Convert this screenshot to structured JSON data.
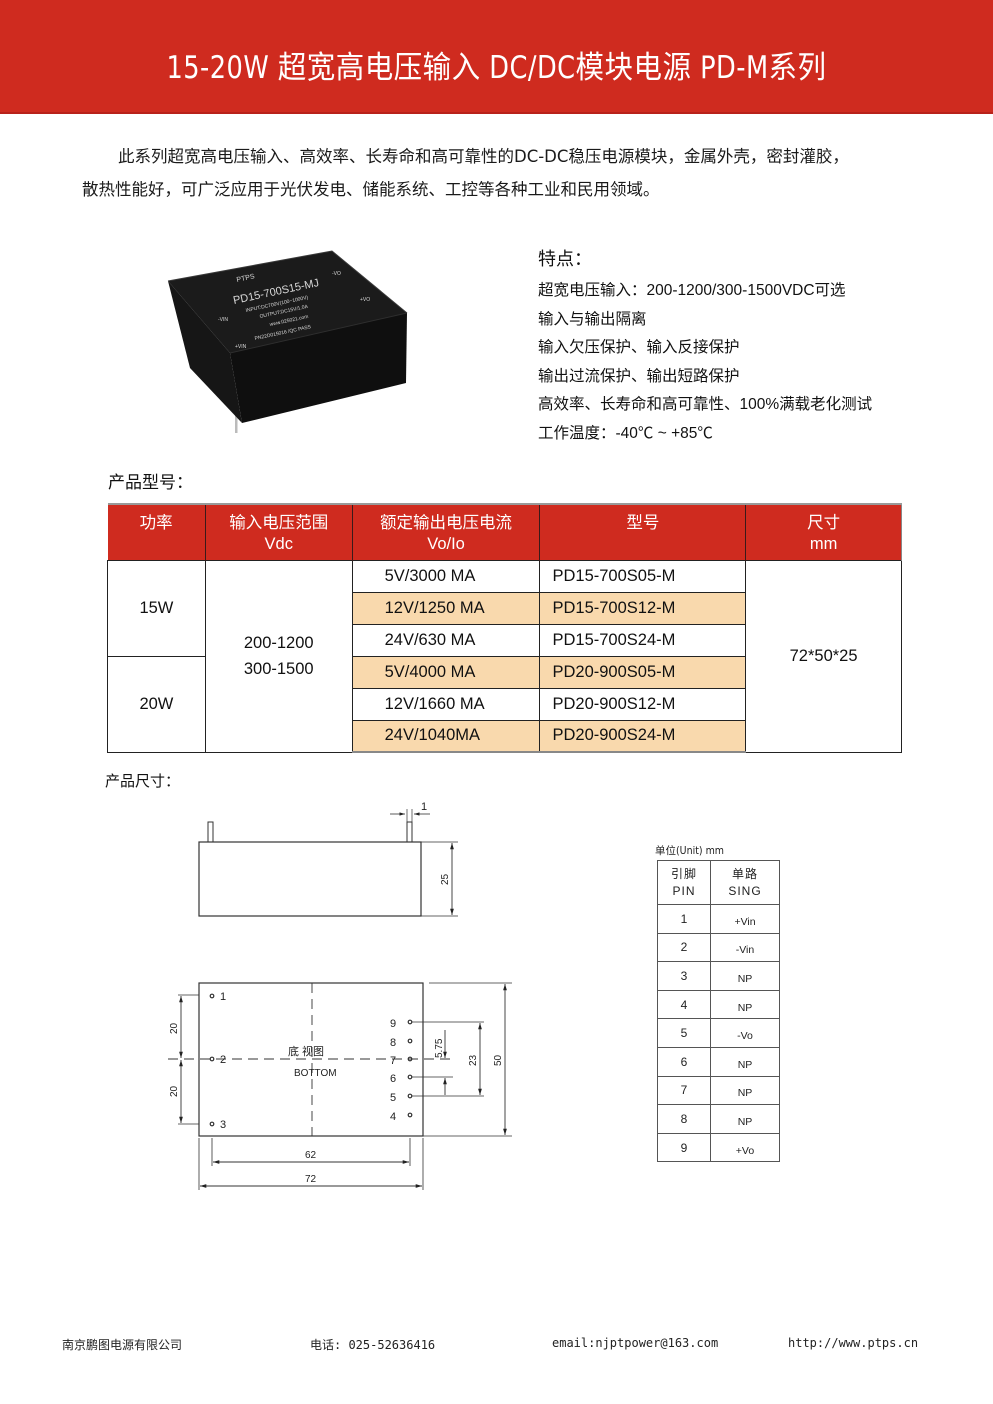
{
  "header": {
    "title": "15-20W 超宽高电压输入 DC/DC模块电源  PD-M系列",
    "background_color": "#cf2b1f"
  },
  "intro": {
    "line1": "此系列超宽高电压输入、高效率、长寿命和高可靠性的DC-DC稳压电源模块，金属外壳，密封灌胶，",
    "line2": "散热性能好，可广泛应用于光伏发电、储能系统、工控等各种工业和民用领域。"
  },
  "product_photo": {
    "label_brand": "PTPS",
    "label_model": "PD15-700S15-MJ",
    "label_input": "INPUT:DC700V(100~1000V)",
    "label_output": "OUTPUT:DC15V/1.0A",
    "label_web": "www.025021.com",
    "label_serial": "PN22D015016 /QC PASS",
    "pin_neg_vo": "-VO",
    "pin_pos_vo": "+VO",
    "pin_neg_vin": "-VIN",
    "pin_pos_vin": "+VIN"
  },
  "features": {
    "title": "特点：",
    "items": [
      "超宽电压输入：200-1200/300-1500VDC可选",
      "输入与输出隔离",
      "输入欠压保护、输入反接保护",
      "输出过流保护、输出短路保护",
      "高效率、长寿命和高可靠性、100%满载老化测试",
      "工作温度：-40℃ ~ +85℃"
    ]
  },
  "models_section": {
    "label": "产品型号：",
    "columns": [
      {
        "line1": "功率",
        "line2": ""
      },
      {
        "line1": "输入电压范围",
        "line2": "Vdc"
      },
      {
        "line1": "额定输出电压电流",
        "line2": "Vo/Io"
      },
      {
        "line1": "型号",
        "line2": ""
      },
      {
        "line1": "尺寸",
        "line2": "mm"
      }
    ],
    "power_groups": [
      "15W",
      "20W"
    ],
    "input_range_line1": "200-1200",
    "input_range_line2": "300-1500",
    "size": "72*50*25",
    "rows": [
      {
        "output": "5V/3000 MA",
        "model": "PD15-700S05-M",
        "highlight": false
      },
      {
        "output": "12V/1250 MA",
        "model": "PD15-700S12-M",
        "highlight": true
      },
      {
        "output": "24V/630 MA",
        "model": "PD15-700S24-M",
        "highlight": false
      },
      {
        "output": "5V/4000 MA",
        "model": "PD20-900S05-M",
        "highlight": true
      },
      {
        "output": "12V/1660 MA",
        "model": "PD20-900S12-M",
        "highlight": false
      },
      {
        "output": "24V/1040MA",
        "model": "PD20-900S24-M",
        "highlight": true
      }
    ],
    "highlight_color": "#f9d9ad"
  },
  "dimensions_section": {
    "label": "产品尺寸：",
    "side_view": {
      "pin_width": "1",
      "height": "25"
    },
    "bottom_view": {
      "title_cn": "底 视图",
      "title_en": "BOTTOM",
      "pins_left": [
        "1",
        "2",
        "3"
      ],
      "pins_right": [
        "9",
        "8",
        "7",
        "6",
        "5",
        "4"
      ],
      "dim_left_top": "20",
      "dim_left_bottom": "20",
      "dim_pitch": "5.75",
      "dim_span": "23",
      "dim_height": "50",
      "dim_pin_span": "62",
      "dim_width": "72"
    }
  },
  "pin_table": {
    "unit_label": "单位(Unit) mm",
    "header_pin_cn": "引脚",
    "header_pin_en": "PIN",
    "header_sig_cn": "单路",
    "header_sig_en": "SING",
    "rows": [
      {
        "pin": "1",
        "signal": "+Vin"
      },
      {
        "pin": "2",
        "signal": "-Vin"
      },
      {
        "pin": "3",
        "signal": "NP"
      },
      {
        "pin": "4",
        "signal": "NP"
      },
      {
        "pin": "5",
        "signal": "-Vo"
      },
      {
        "pin": "6",
        "signal": "NP"
      },
      {
        "pin": "7",
        "signal": "NP"
      },
      {
        "pin": "8",
        "signal": "NP"
      },
      {
        "pin": "9",
        "signal": "+Vo"
      }
    ]
  },
  "footer": {
    "company": "南京鹏图电源有限公司",
    "phone": "电话: 025-52636416",
    "email": "email:njptpower@163.com",
    "website": "http://www.ptps.cn"
  }
}
